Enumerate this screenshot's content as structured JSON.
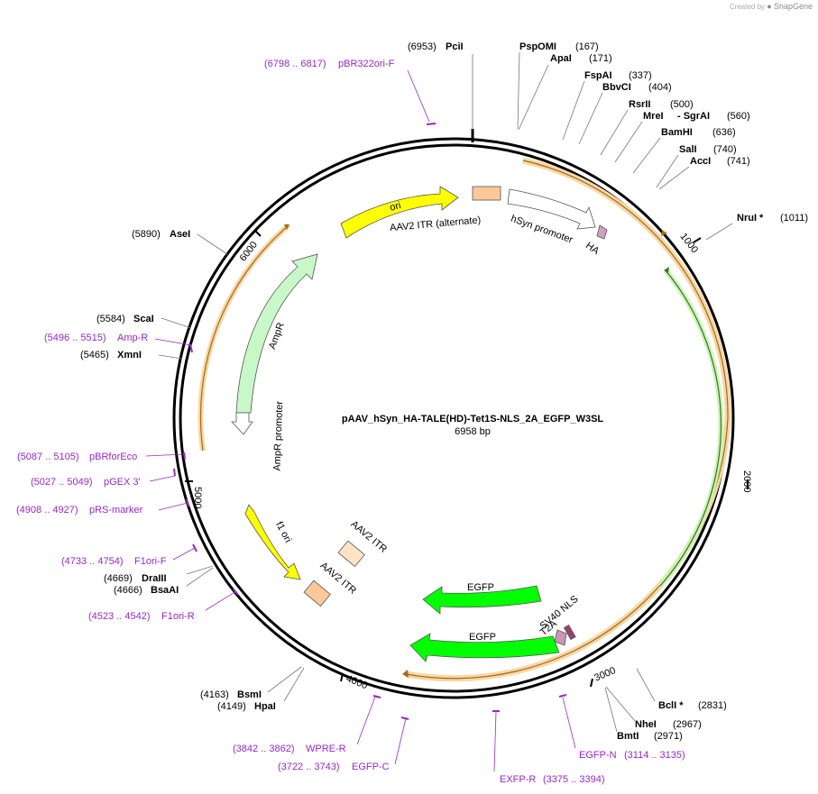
{
  "credit": {
    "prefix": "Created by",
    "brand": "SnapGene"
  },
  "plasmid": {
    "name": "pAAV_hSyn_HA-TALE(HD)-Tet1S-NLS_2A_EGFP_W3SL",
    "size": "6958 bp",
    "length": 6958
  },
  "ticks": [
    {
      "pos": 1000,
      "label": "1000"
    },
    {
      "pos": 2000,
      "label": "2000"
    },
    {
      "pos": 3000,
      "label": "3000"
    },
    {
      "pos": 4000,
      "label": "4000"
    },
    {
      "pos": 5000,
      "label": "5000"
    },
    {
      "pos": 6000,
      "label": "6000"
    }
  ],
  "sites": [
    {
      "name": "PciI",
      "pos": "(6953)"
    },
    {
      "name": "PspOMI",
      "pos": "(167)"
    },
    {
      "name": "ApaI",
      "pos": "(171)"
    },
    {
      "name": "FspAI",
      "pos": "(337)"
    },
    {
      "name": "BbvCI",
      "pos": "(404)"
    },
    {
      "name": "RsrII",
      "pos": "(500)"
    },
    {
      "name": "MreI",
      "pos": ""
    },
    {
      "name": "- SgrAI",
      "pos": "(560)"
    },
    {
      "name": "BamHI",
      "pos": "(636)"
    },
    {
      "name": "SalI",
      "pos": "(740)"
    },
    {
      "name": "AccI",
      "pos": "(741)"
    },
    {
      "name": "NruI *",
      "pos": "(1011)"
    },
    {
      "name": "BclI *",
      "pos": "(2831)"
    },
    {
      "name": "NheI",
      "pos": "(2967)"
    },
    {
      "name": "BmtI",
      "pos": "(2971)"
    },
    {
      "name": "BsmI",
      "pos": "(4163)"
    },
    {
      "name": "HpaI",
      "pos": "(4149)"
    },
    {
      "name": "DraIII",
      "pos": "(4669)"
    },
    {
      "name": "BsaAI",
      "pos": "(4666)"
    },
    {
      "name": "XmnI",
      "pos": "(5465)"
    },
    {
      "name": "ScaI",
      "pos": "(5584)"
    },
    {
      "name": "AseI",
      "pos": "(5890)"
    }
  ],
  "primers": [
    {
      "range": "(6798 .. 6817)",
      "name": "pBR322ori-F"
    },
    {
      "range": "(5496 .. 5515)",
      "name": "Amp-R"
    },
    {
      "range": "(5087 .. 5105)",
      "name": "pBRforEco"
    },
    {
      "range": "(5027 .. 5049)",
      "name": "pGEX 3'"
    },
    {
      "range": "(4908 .. 4927)",
      "name": "pRS-marker"
    },
    {
      "range": "(4733 .. 4754)",
      "name": "F1ori-F"
    },
    {
      "range": "(4523 .. 4542)",
      "name": "F1ori-R"
    },
    {
      "range": "(3842 .. 3862)",
      "name": "WPRE-R"
    },
    {
      "range": "(3722 .. 3743)",
      "name": "EGFP-C"
    },
    {
      "range": "(3375 .. 3394)",
      "name": "EXFP-R"
    },
    {
      "range": "(3114 .. 3135)",
      "name": "EGFP-N"
    }
  ],
  "features": [
    {
      "name": "ori",
      "color": "#ffff00"
    },
    {
      "name": "AAV2 ITR (alternate)",
      "color": "#ffc89a"
    },
    {
      "name": "hSyn promoter",
      "color": "#ffffff"
    },
    {
      "name": "HA",
      "color": "#d39fc0"
    },
    {
      "name": "AmpR",
      "color": "#c8f8c8"
    },
    {
      "name": "AmpR promoter",
      "color": "#ffffff"
    },
    {
      "name": "f1 ori",
      "color": "#ffff00"
    },
    {
      "name": "AAV2 ITR",
      "color": "#ffe3c4"
    },
    {
      "name": "AAV2 ITR",
      "color": "#ffc89a"
    },
    {
      "name": "EGFP",
      "color": "#00ff00"
    },
    {
      "name": "EGFP",
      "color": "#00ff00"
    },
    {
      "name": "SV40 NLS",
      "color": "#9c3f73"
    },
    {
      "name": "T2A",
      "color": "#c797b7"
    }
  ],
  "colors": {
    "primer": "#9a27c8",
    "backbone": "#000000",
    "orange_arc": "#f0b45a",
    "green_arc": "#bff0a8"
  }
}
